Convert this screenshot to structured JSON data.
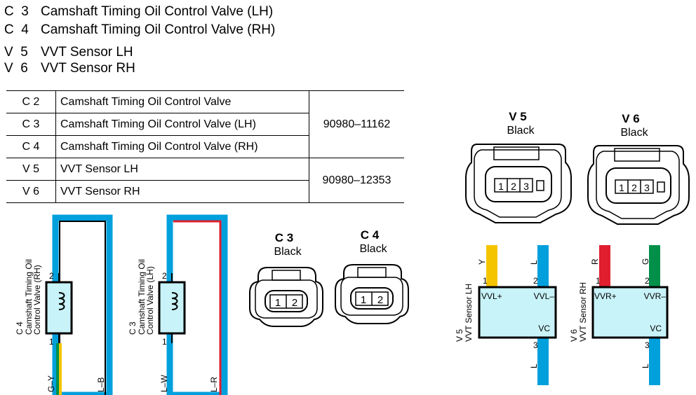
{
  "header_lines": [
    {
      "code": "C  3",
      "label": "Camshaft Timing Oil Control Valve (LH)"
    },
    {
      "code": "C  4",
      "label": "Camshaft Timing Oil Control Valve (RH)"
    },
    {
      "code": "V  5",
      "label": "VVT Sensor LH"
    },
    {
      "code": "V  6",
      "label": "VVT Sensor RH"
    }
  ],
  "parts_table": {
    "rows": [
      {
        "code": "C 2",
        "name": "Camshaft Timing Oil Control Valve"
      },
      {
        "code": "C 3",
        "name": "Camshaft Timing Oil Control Valve (LH)"
      },
      {
        "code": "C 4",
        "name": "Camshaft Timing Oil Control Valve (RH)"
      },
      {
        "code": "V 5",
        "name": "VVT Sensor LH"
      },
      {
        "code": "V 6",
        "name": "VVT Sensor RH"
      }
    ],
    "part_numbers": [
      "90980–11162",
      "90980–12353"
    ]
  },
  "connectors": {
    "c3": {
      "code": "C 3",
      "color": "Black",
      "pins": [
        "1",
        "2"
      ]
    },
    "c4": {
      "code": "C 4",
      "color": "Black",
      "pins": [
        "1",
        "2"
      ]
    },
    "v5": {
      "code": "V 5",
      "color": "Black",
      "pins": [
        "1",
        "2",
        "3"
      ]
    },
    "v6": {
      "code": "V 6",
      "color": "Black",
      "pins": [
        "1",
        "2",
        "3"
      ]
    }
  },
  "circuits": {
    "c4": {
      "code": "C 4",
      "label_line1": "Camshaft Timing Oil",
      "label_line2": "Control Valve (RH)",
      "pin_top": "2",
      "pin_bottom": "1",
      "wire_left": "G–Y",
      "wire_right": "L–B"
    },
    "c3": {
      "code": "C 3",
      "label_line1": "Camshaft Timing Oil",
      "label_line2": "Control Valve (LH)",
      "pin_top": "2",
      "pin_bottom": "1",
      "wire_left": "L–W",
      "wire_right": "L–R"
    },
    "v5": {
      "code": "V 5",
      "label": "VVT Sensor LH",
      "pin1": "1",
      "pin2": "2",
      "pin3": "3",
      "term1": "VVL+",
      "term2": "VVL–",
      "term3": "VC",
      "wire1": "Y",
      "wire2": "L",
      "wire3": "L"
    },
    "v6": {
      "code": "V 6",
      "label": "VVT Sensor RH",
      "pin1": "1",
      "pin2": "2",
      "pin3": "3",
      "term1": "VVR+",
      "term2": "VVR–",
      "term3": "VC",
      "wire1": "R",
      "wire2": "G",
      "wire3": "L"
    }
  },
  "colors": {
    "blue": "#00a0dc",
    "red": "#e01e2e",
    "yellow": "#f5c400",
    "green": "#00904a",
    "body_fill": "#c8f3f8"
  }
}
